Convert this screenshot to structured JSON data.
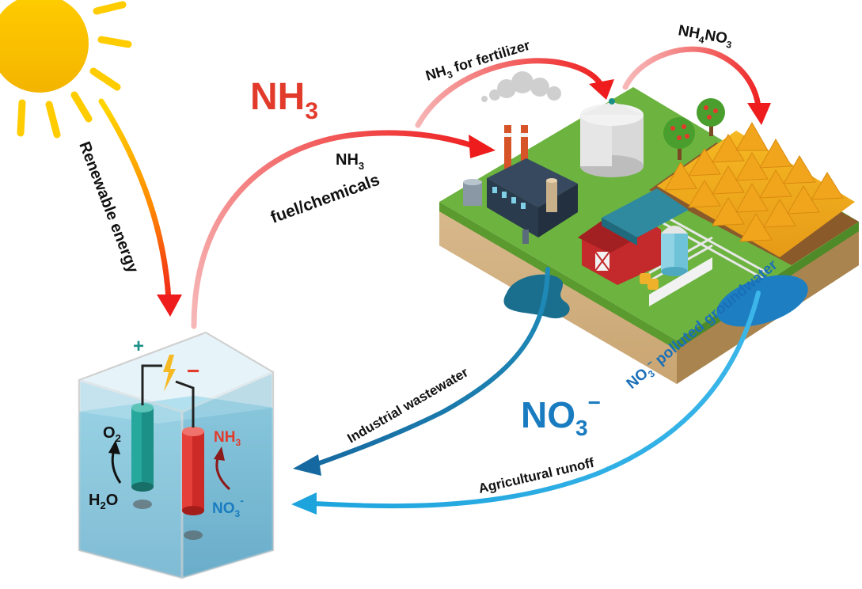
{
  "sun": {
    "label": "Renewable energy"
  },
  "big_nh3": {
    "main": "NH",
    "sub": "3"
  },
  "fuel": {
    "line1_main": "NH",
    "line1_sub": "3",
    "line2": "fuel/chemicals"
  },
  "fertilizer": {
    "main": "NH",
    "sub": "3",
    "rest": " for fertilizer"
  },
  "nh4no3": {
    "a": "NH",
    "b": "4",
    "c": "NO",
    "d": "3"
  },
  "groundwater": {
    "main": "NO",
    "sub": "3",
    "sup": "−",
    "rest": " polluted groundwater"
  },
  "big_no3": {
    "main": "NO",
    "sub": "3",
    "sup": "−"
  },
  "industrial": {
    "label": "Industrial wastewater"
  },
  "agricultural": {
    "label": "Agricultural runoff"
  },
  "cell": {
    "plus": "+",
    "minus": "−",
    "o2_main": "O",
    "o2_sub": "2",
    "h2o_a": "H",
    "h2o_b": "2",
    "h2o_c": "O",
    "nh3_main": "NH",
    "nh3_sub": "3",
    "no3_main": "NO",
    "no3_sub": "3",
    "no3_sup": "-"
  },
  "colors": {
    "red": "#e23a2b",
    "blue": "#1a7cc0",
    "teal": "#1c8f86",
    "grass": "#6cb33f"
  }
}
